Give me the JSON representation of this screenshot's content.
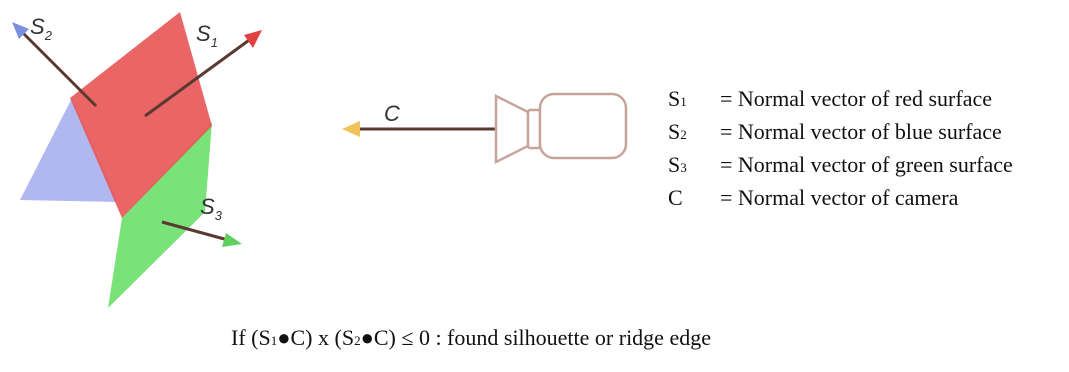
{
  "diagram": {
    "vectors": [
      {
        "id": "s1",
        "symbol": "S",
        "subscript": "1",
        "color": "#cc3333",
        "head_color": "#e04040"
      },
      {
        "id": "s2",
        "symbol": "S",
        "subscript": "2",
        "color": "#5a3a30",
        "head_color": "#7b8ee0"
      },
      {
        "id": "s3",
        "symbol": "S",
        "subscript": "3",
        "color": "#5a3a30",
        "head_color": "#5fd05f"
      },
      {
        "id": "c",
        "symbol": "C",
        "subscript": "",
        "color": "#5a3a30",
        "head_color": "#f2c25a"
      }
    ],
    "surfaces": [
      {
        "name": "red surface",
        "color": "#e85555"
      },
      {
        "name": "blue surface",
        "color": "#a9b0ee"
      },
      {
        "name": "green surface",
        "color": "#72e272"
      }
    ],
    "camera": {
      "outline_color": "#c8a59a"
    }
  },
  "legend": [
    {
      "symbol": "S",
      "subscript": "1",
      "text": " = Normal vector of red surface"
    },
    {
      "symbol": "S",
      "subscript": "2",
      "text": " = Normal vector of blue surface"
    },
    {
      "symbol": "S",
      "subscript": "3",
      "text": " = Normal vector of green surface"
    },
    {
      "symbol": "C",
      "subscript": "",
      "text": " = Normal vector of camera"
    }
  ],
  "formula": {
    "prefix": "If (S",
    "sub1": "1",
    "mid1": "●C) x (S",
    "sub2": "2",
    "mid2": "●C) ≤ 0  : found silhouette or ridge edge"
  }
}
